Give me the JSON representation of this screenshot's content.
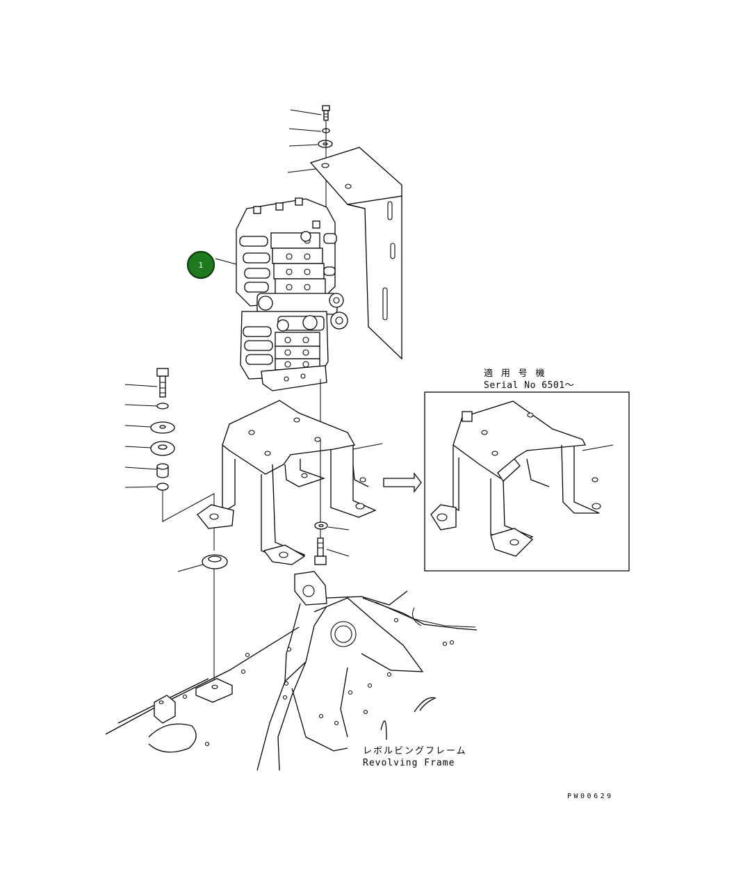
{
  "diagram": {
    "callouts": [
      {
        "label": "1",
        "color": "#1f7a1f",
        "border": "#0a3d0a"
      }
    ],
    "inset": {
      "title_jp": "適 用 号 機",
      "title_serial": "Serial No 6501～"
    },
    "frame_label": {
      "jp": "レボルビングフレーム",
      "en": "Revolving Frame"
    },
    "drawing_code": "PW00629"
  }
}
